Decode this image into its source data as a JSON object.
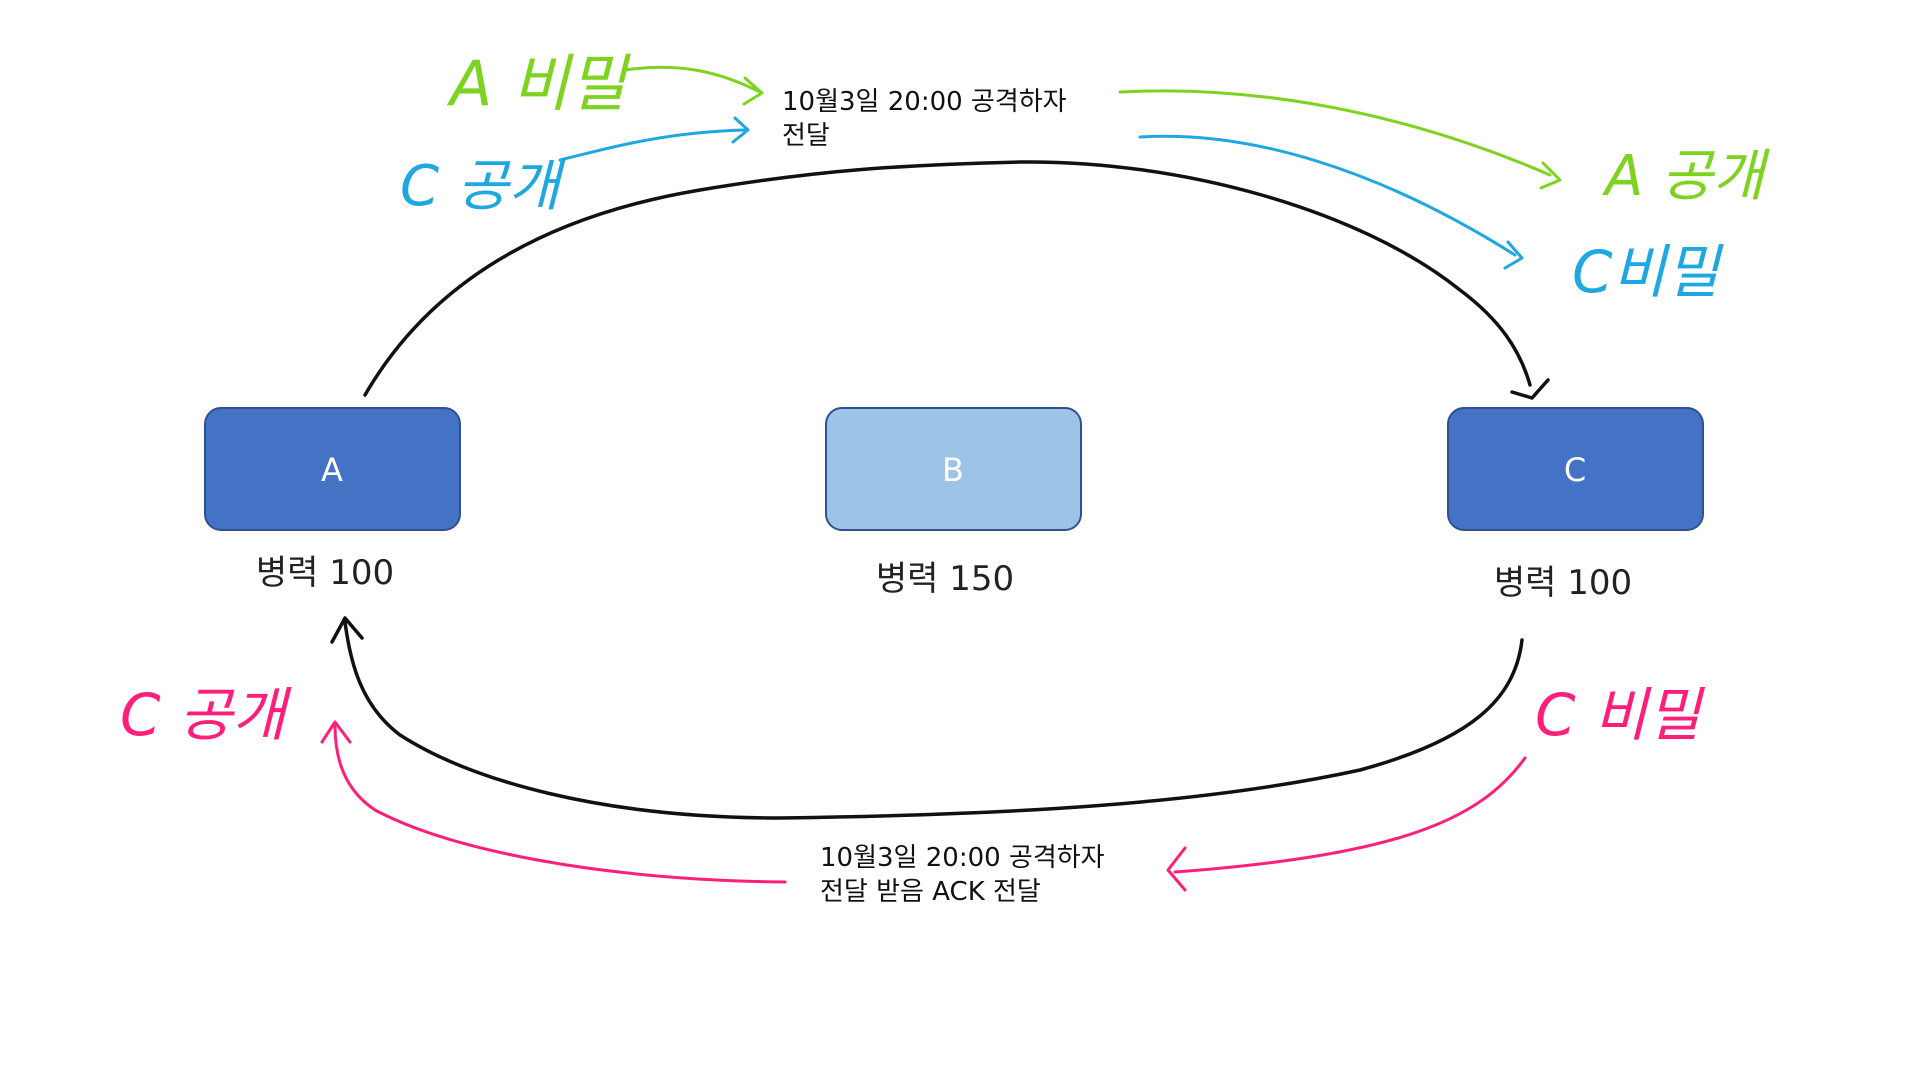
{
  "nodes": {
    "a": {
      "label": "A",
      "caption": "병력 100",
      "color": "#4472C4"
    },
    "b": {
      "label": "B",
      "caption": "병력 150",
      "color": "#9DC3E6"
    },
    "c": {
      "label": "C",
      "caption": "병력 100",
      "color": "#4472C4"
    }
  },
  "messages": {
    "top": {
      "line1": "10월3일 20:00 공격하자",
      "line2": "전달"
    },
    "bottom": {
      "line1": "10월3일 20:00 공격하자",
      "line2": "전달 받음 ACK 전달"
    }
  },
  "annotations": {
    "a_secret_left": {
      "text": "A 비밀",
      "color": "#7ED321"
    },
    "c_public_left_top": {
      "text": "C 공개",
      "color": "#1EA7E1"
    },
    "a_public_right": {
      "text": "A 공개",
      "color": "#7ED321"
    },
    "c_secret_right_top": {
      "text": "C비밀",
      "color": "#1EA7E1"
    },
    "c_public_left_bottom": {
      "text": "C 공개",
      "color": "#FF1F7A"
    },
    "c_secret_right_bottom": {
      "text": "C 비밀",
      "color": "#FF1F7A"
    }
  }
}
